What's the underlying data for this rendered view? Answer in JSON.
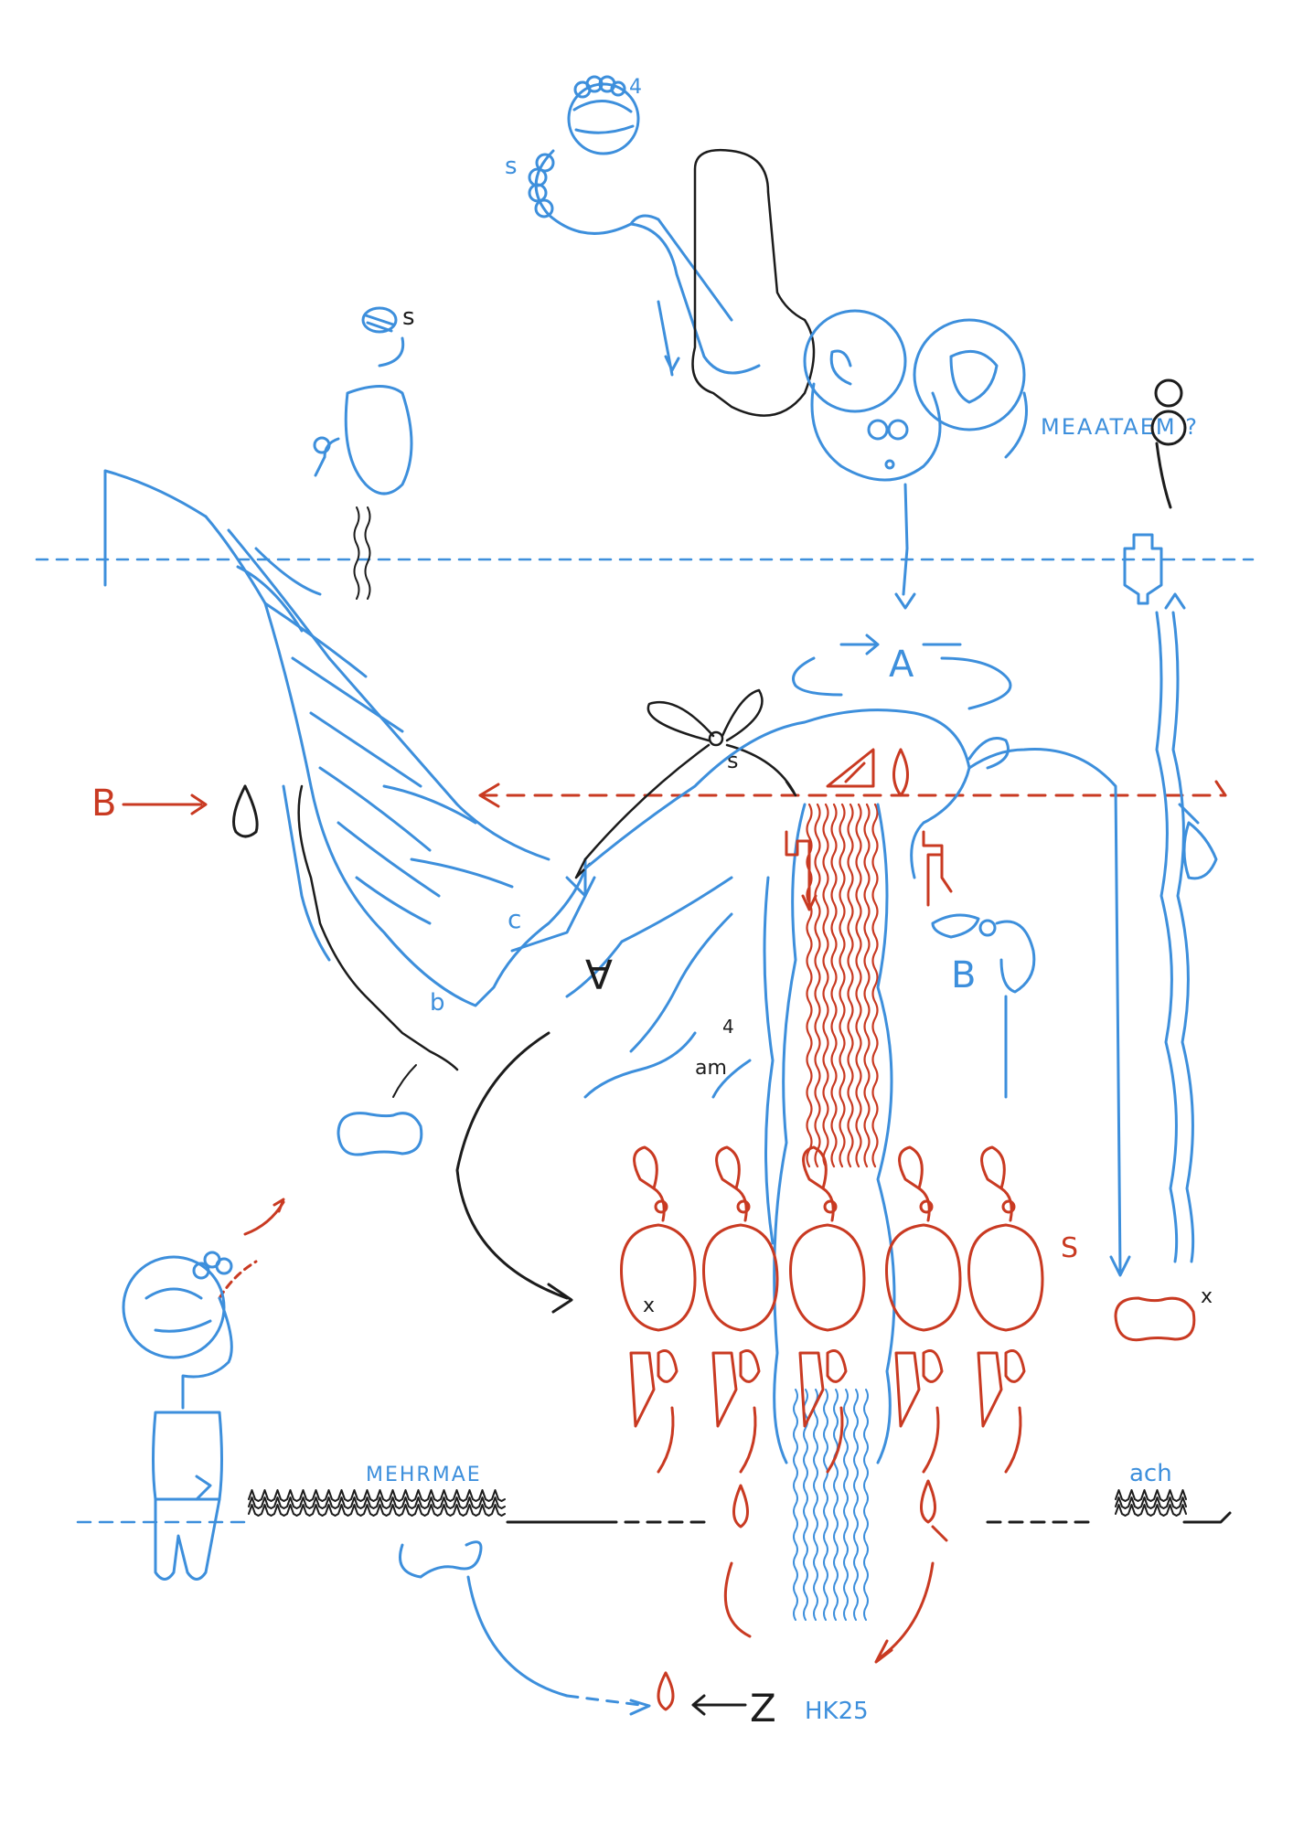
{
  "colors": {
    "blue": "#3d8fdc",
    "red": "#c93a22",
    "black": "#1c1c1c",
    "paper": "#ffffff"
  },
  "labels": {
    "s_top": "s",
    "four_top": "4",
    "s_small_top": "s",
    "meaataem": "MEAATAEM ?",
    "A_blue": "A",
    "B_red": "B",
    "s_mid": "s",
    "B_blue": "B",
    "c_lower": "c",
    "b_lower": "b",
    "A_inverted": "A",
    "four_mid": "4",
    "am": "am",
    "s_red": "S",
    "x_mark": "x",
    "x_mark_right": "x",
    "mehrmae": "MEHRMAE",
    "ach": "ach",
    "z_mark": "Z",
    "hk25": "HK25"
  },
  "icons": {
    "head_top": "head-icon",
    "bell_figure": "bell-figure-icon",
    "loop_figure": "loop-figure-icon",
    "bow_ribbon": "bow-icon",
    "drop": "drop-icon",
    "bottle_figure": "bottle-figure-icon",
    "profile_head": "profile-head-icon",
    "peanut": "peanut-icon"
  }
}
